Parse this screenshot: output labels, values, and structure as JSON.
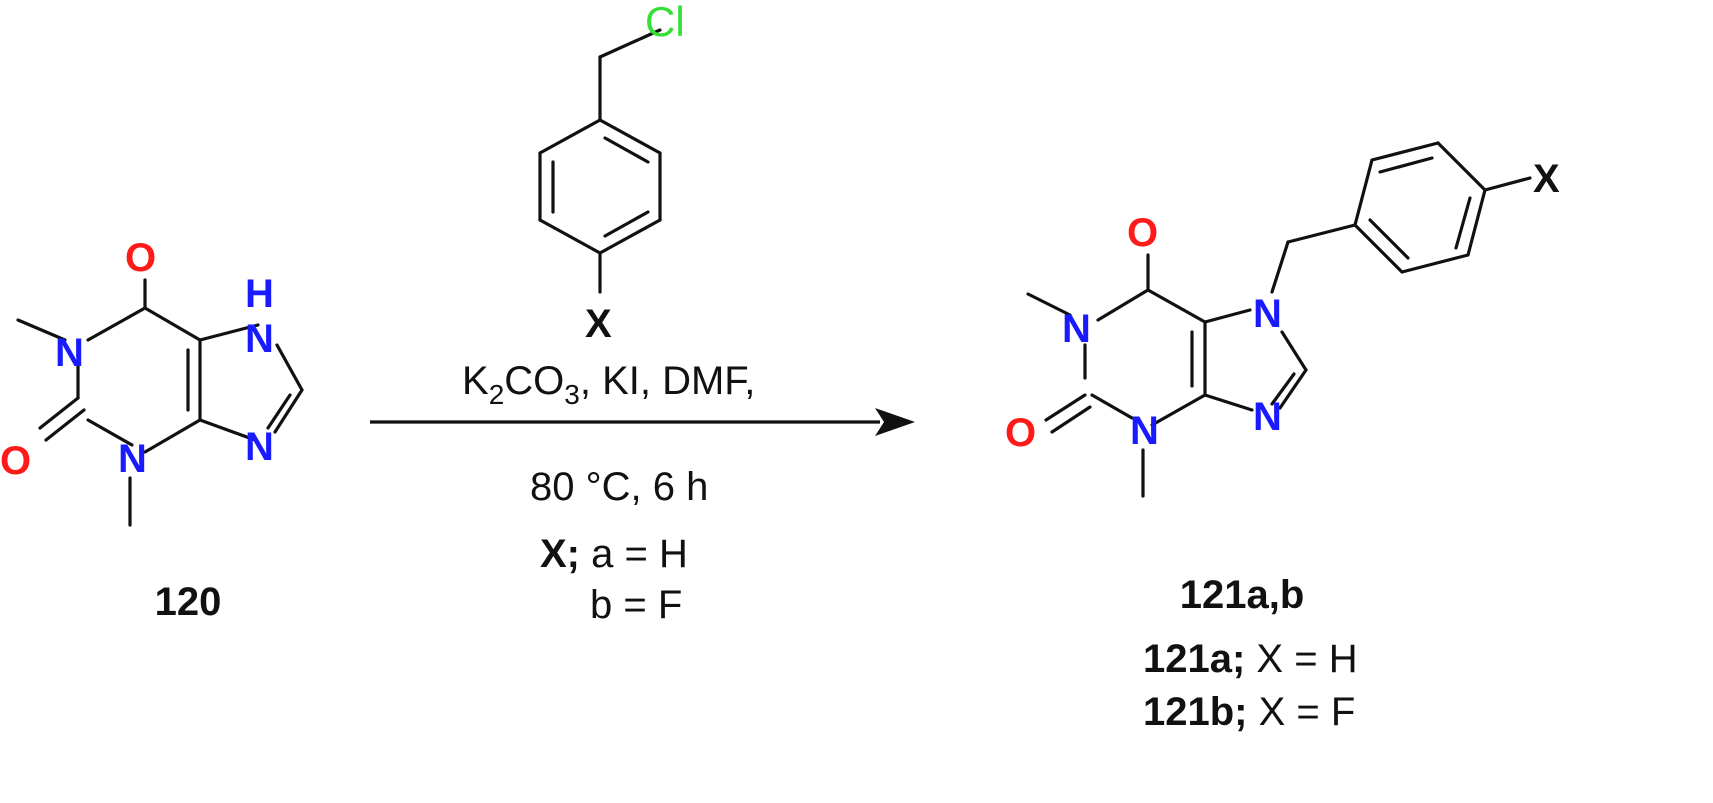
{
  "atoms": {
    "oxygen": "O",
    "nitrogen": "N",
    "nitrogen_h": "H",
    "chlorine": "Cl",
    "substituent": "X"
  },
  "reagent": {
    "line1_prefix": "K",
    "line1_sub2": "2",
    "line1_co": "CO",
    "line1_sub3": "3",
    "line1_rest": ", KI, DMF,",
    "line2": "80 °C, 6 h",
    "x_label": "X;",
    "option_a": " a = H",
    "option_b": "b = F"
  },
  "compounds": {
    "starting": "120",
    "product": "121a,b",
    "product_a_id": "121a;",
    "product_a_desc": " X = H",
    "product_b_id": "121b;",
    "product_b_desc": " X = F"
  },
  "colors": {
    "nitrogen": "#1a1aff",
    "oxygen": "#ff1a1a",
    "chlorine": "#33e033",
    "bond": "#111111"
  }
}
